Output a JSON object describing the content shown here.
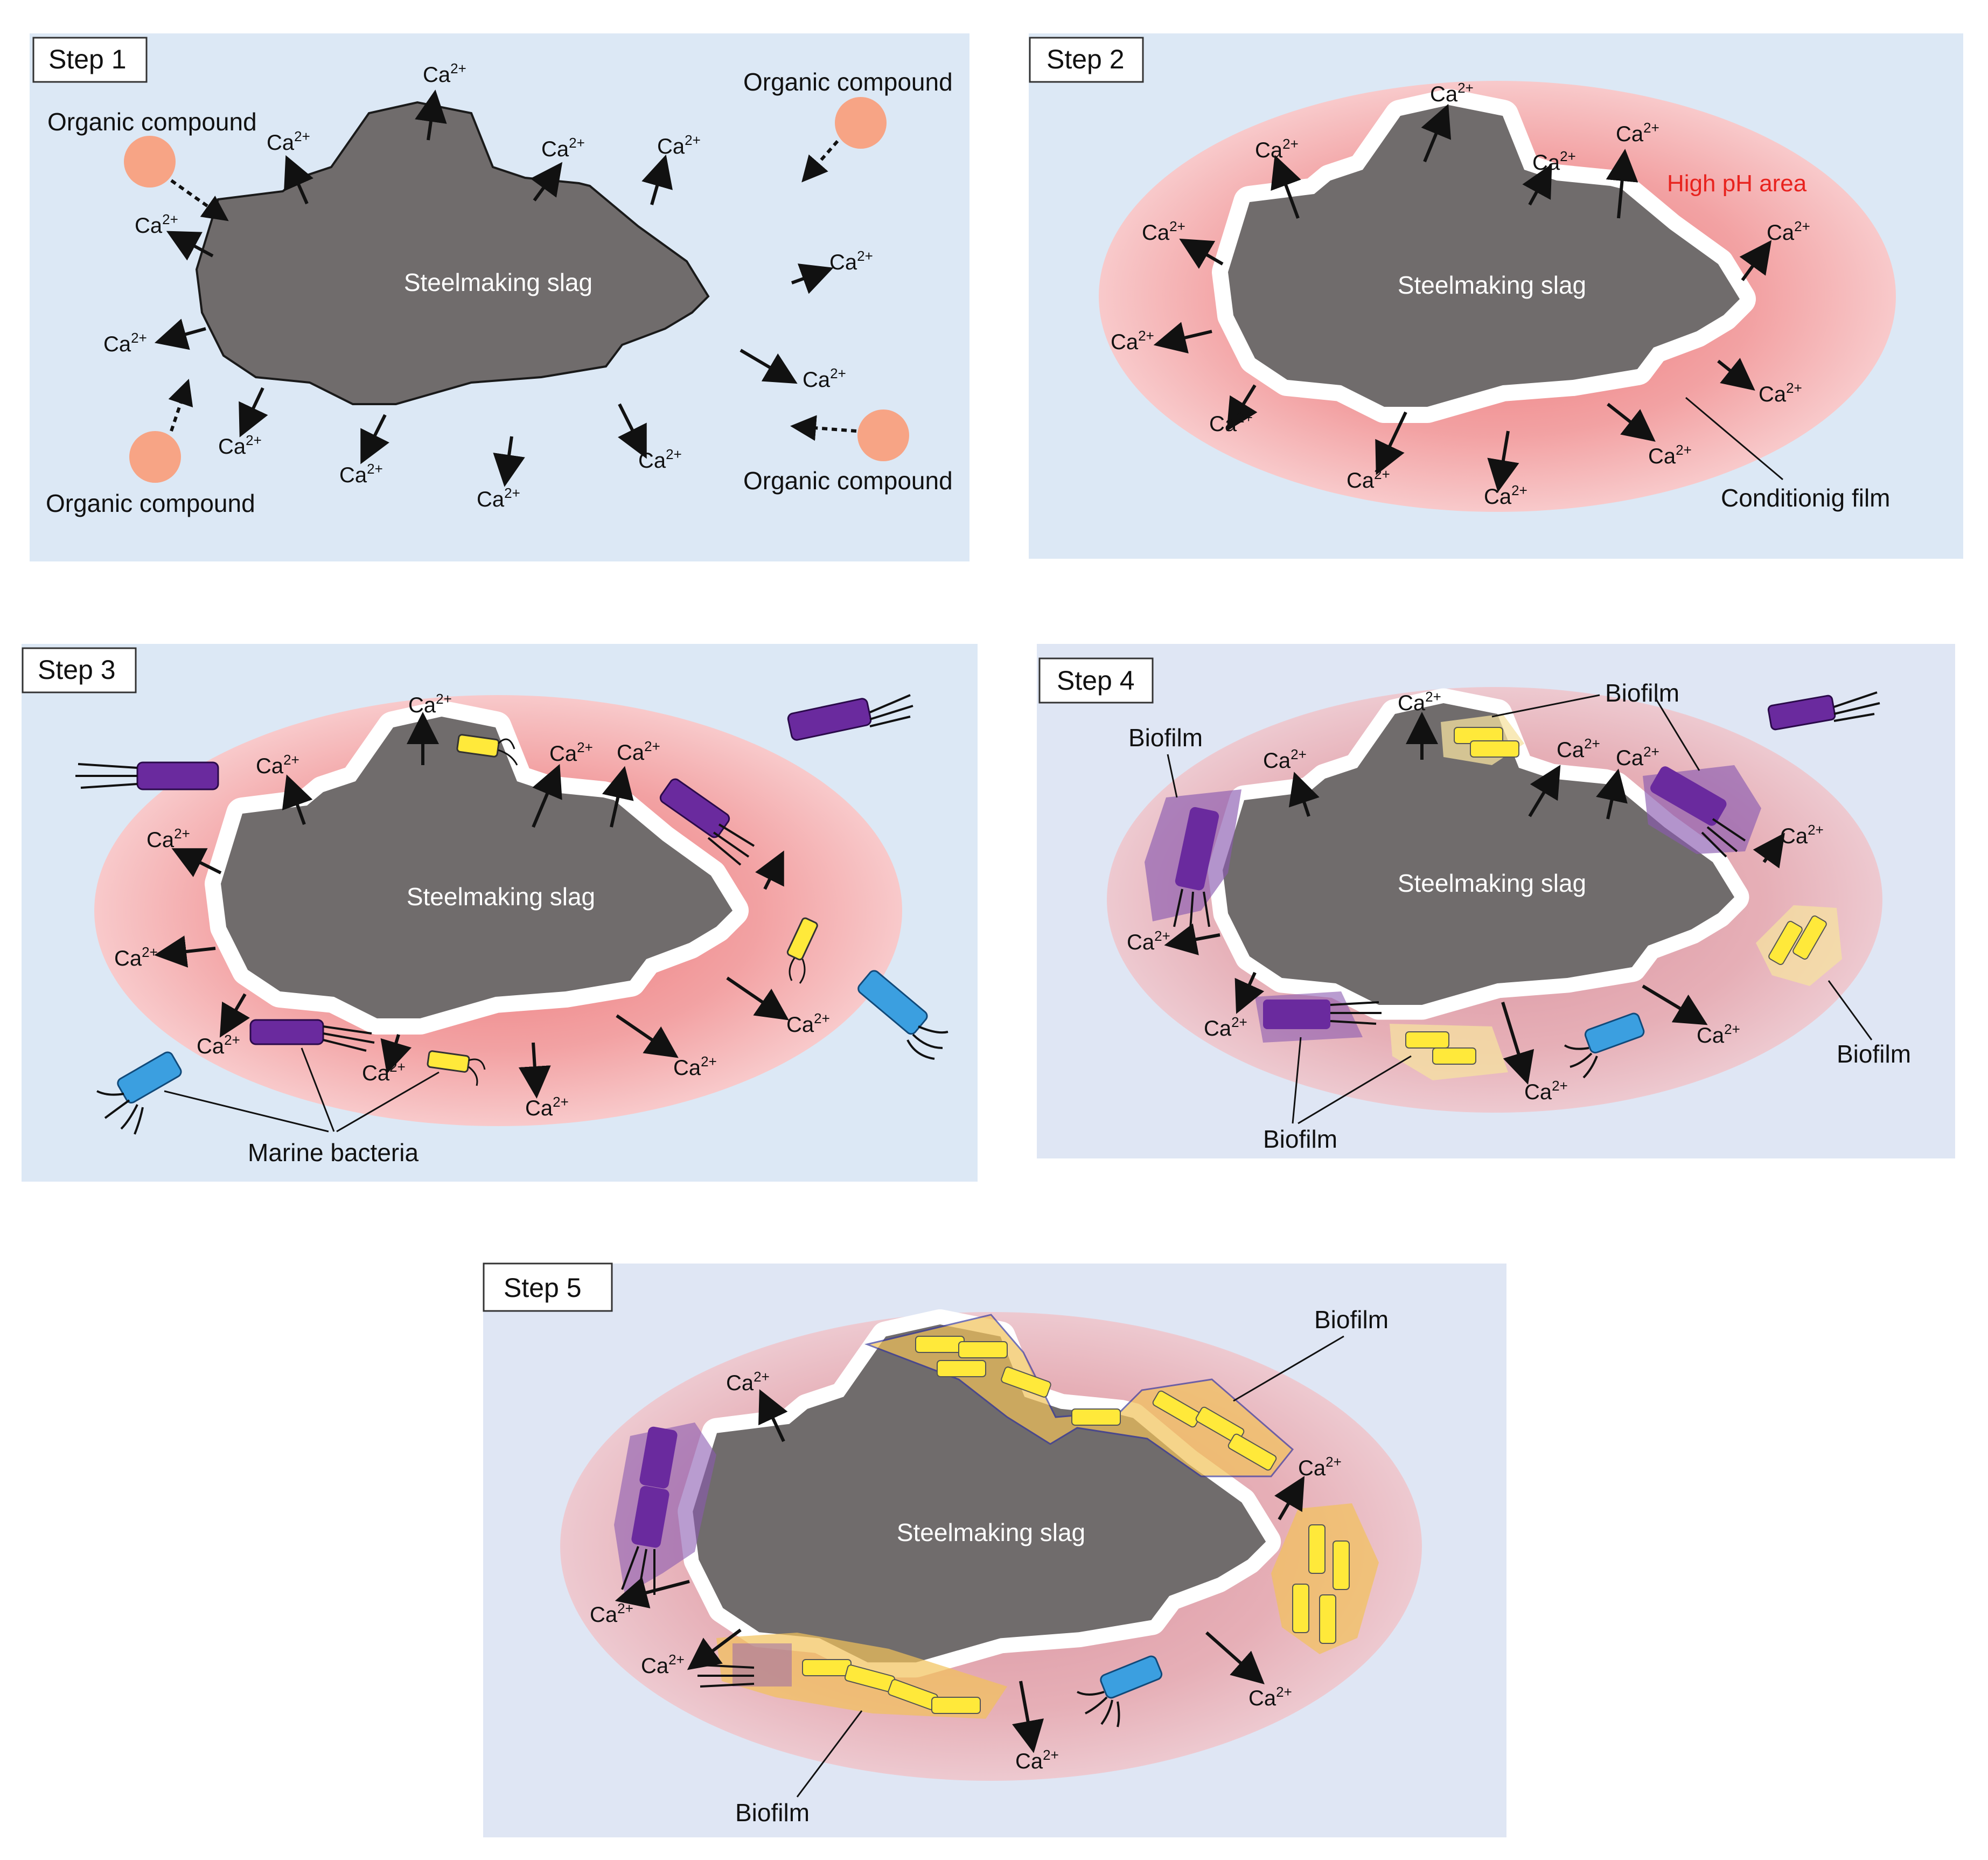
{
  "colors": {
    "panel_bg": "#dce8f5",
    "panel_bg_alt": "#dfe6f4",
    "slag": "#706c6c",
    "high_ph": "#f59a9a",
    "film": "#ffffff",
    "organic": "#f7a485",
    "bacteria_purple": "#6a2a9e",
    "bacteria_yellow": "#ffe93a",
    "bacteria_blue": "#3b9fe0",
    "biofilm_purple": "#8a5ab0",
    "biofilm_yellow": "#f2c25a",
    "high_ph_label": "#e8231f"
  },
  "ion": {
    "base": "Ca",
    "charge": "2+"
  },
  "slag_label": "Steelmaking slag",
  "steps": [
    {
      "title": "Step 1",
      "labels": {
        "organic_tl": "Organic compound",
        "organic_tr": "Organic compound",
        "organic_bl": "Organic compound",
        "organic_br": "Organic compound"
      }
    },
    {
      "title": "Step 2",
      "labels": {
        "high_ph": "High pH area",
        "film": "Conditionig film"
      }
    },
    {
      "title": "Step 3",
      "labels": {
        "bacteria": "Marine bacteria"
      }
    },
    {
      "title": "Step 4",
      "labels": {
        "biofilm_top": "Biofilm",
        "biofilm_left": "Biofilm",
        "biofilm_right": "Biofilm",
        "biofilm_bottom": "Biofilm"
      }
    },
    {
      "title": "Step 5",
      "labels": {
        "biofilm_top": "Biofilm",
        "biofilm_bottom": "Biofilm"
      }
    }
  ]
}
